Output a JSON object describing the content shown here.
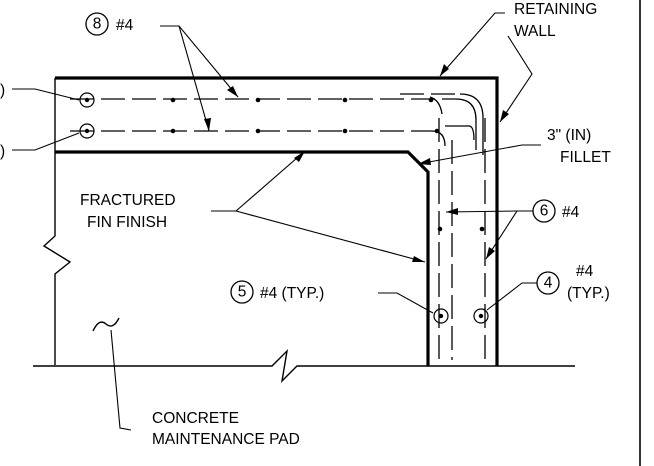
{
  "diagram": {
    "labels": {
      "retaining_wall_1": "RETAINING",
      "retaining_wall_2": "WALL",
      "fillet_1": "3\" (IN)",
      "fillet_2": "FILLET",
      "fin_finish_1": "FRACTURED",
      "fin_finish_2": "FIN FINISH",
      "pad_1": "CONCRETE",
      "pad_2": "MAINTENANCE PAD"
    },
    "callouts": {
      "top_bars": {
        "mark": "8",
        "text": "#4"
      },
      "wall_bars": {
        "mark": "6",
        "text": "#4"
      },
      "inner_bars": {
        "mark": "5",
        "text": "#4 (TYP.)"
      },
      "outer_bars": {
        "mark": "4",
        "text_1": "#4",
        "text_2": "(TYP.)"
      }
    },
    "truncated_left": [
      ")",
      ")"
    ]
  }
}
